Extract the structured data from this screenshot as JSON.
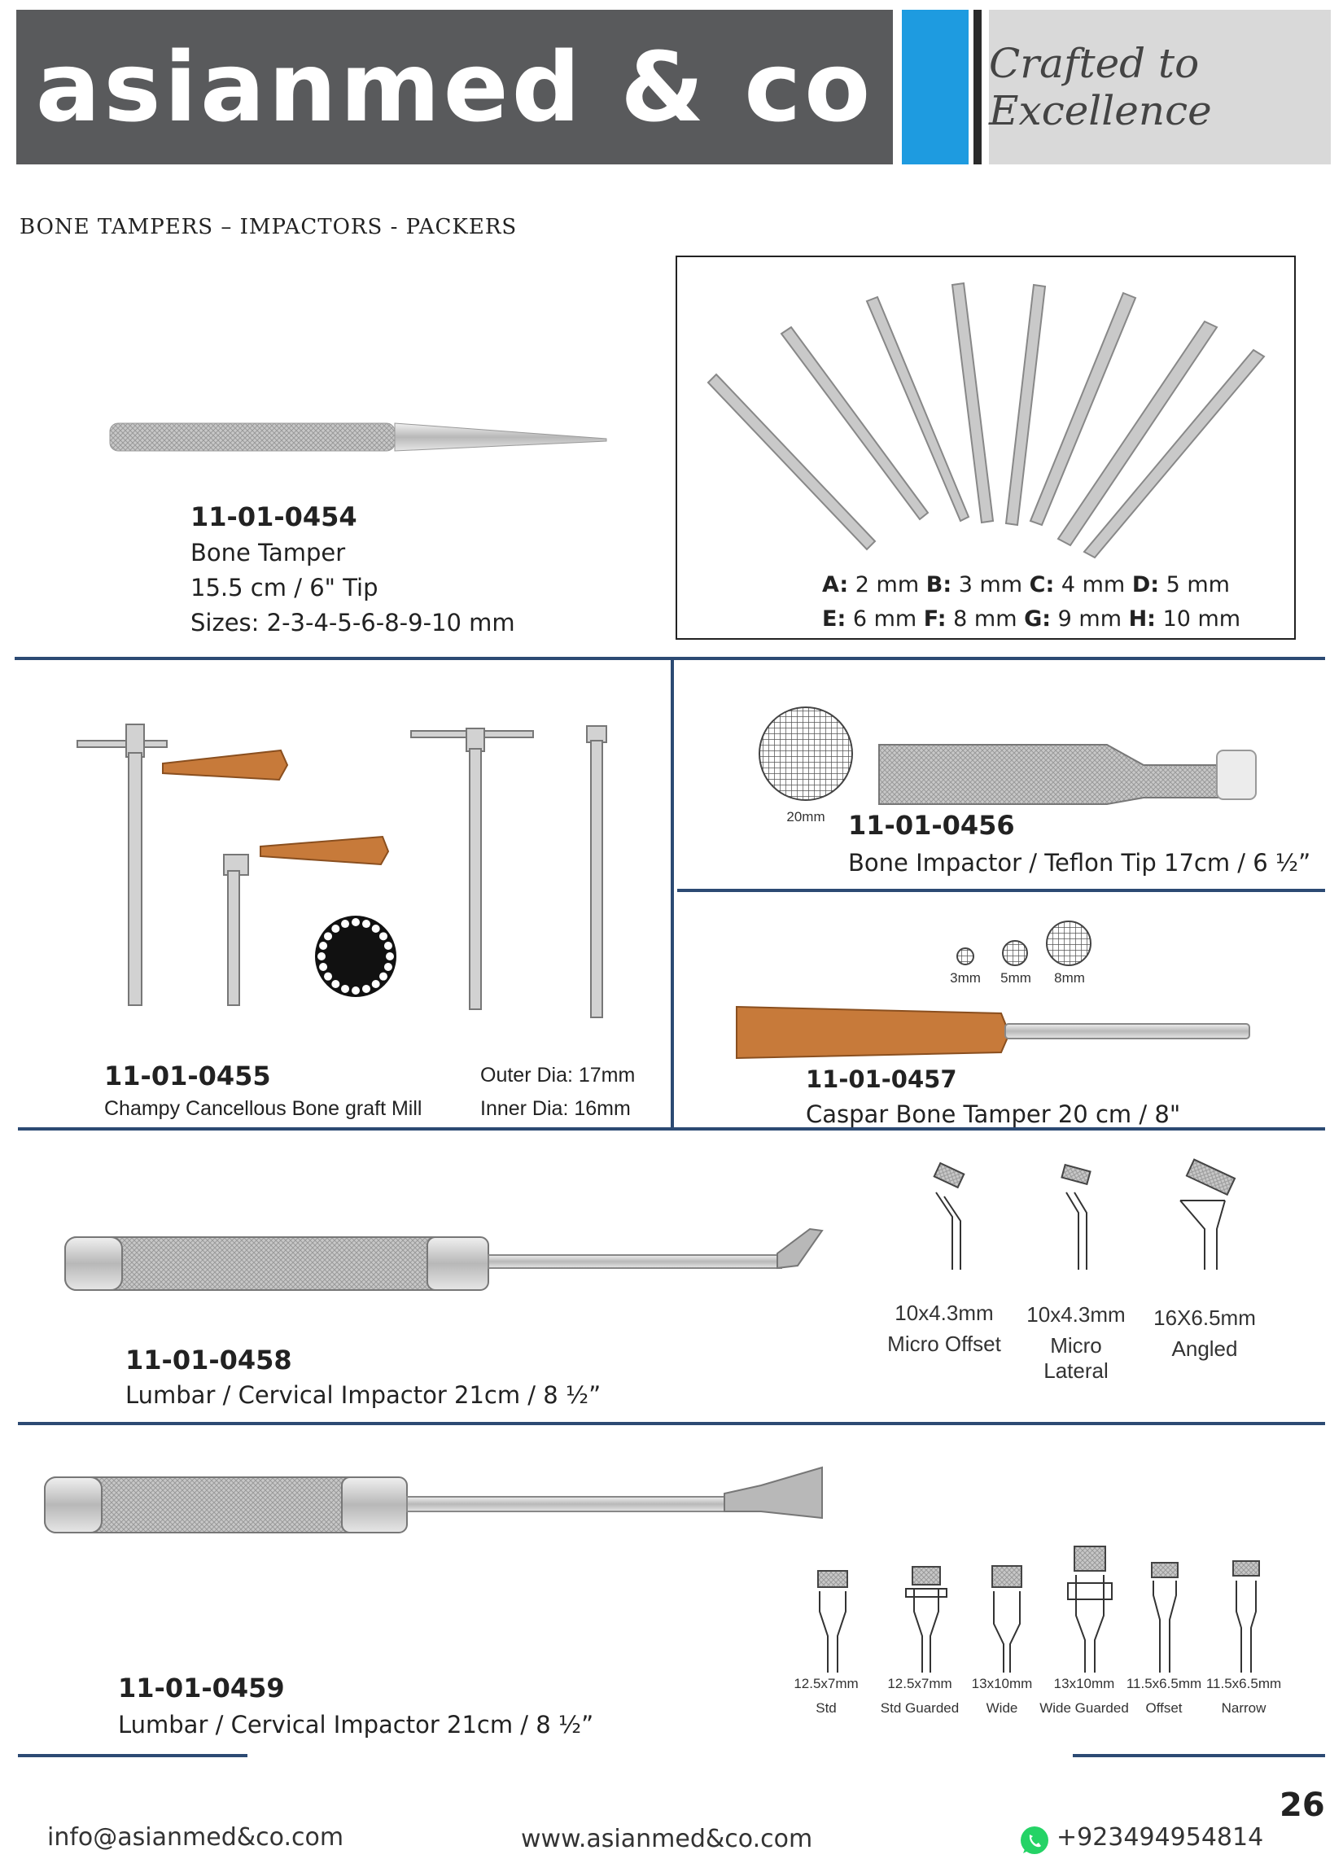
{
  "header": {
    "brand": "asianmed & co",
    "tagline": "Crafted to Excellence"
  },
  "section_title": "BONE TAMPERS – IMPACTORS - PACKERS",
  "products": {
    "p0454": {
      "code": "11-01-0454",
      "name": "Bone Tamper",
      "length": "15.5 cm / 6\" Tip",
      "sizes": "Sizes: 2-3-4-5-6-8-9-10 mm",
      "tip_sizes_line1": [
        {
          "key": "A:",
          "value": " 2 mm "
        },
        {
          "key": "B:",
          "value": " 3 mm "
        },
        {
          "key": "C:",
          "value": " 4 mm "
        },
        {
          "key": "D:",
          "value": " 5 mm"
        }
      ],
      "tip_sizes_line2": [
        {
          "key": "E:",
          "value": " 6 mm "
        },
        {
          "key": "F:",
          "value": " 8 mm "
        },
        {
          "key": "G:",
          "value": " 9 mm "
        },
        {
          "key": "H:",
          "value": " 10 mm"
        }
      ]
    },
    "p0455": {
      "code": "11-01-0455",
      "name": "Champy Cancellous Bone graft Mill",
      "outer": "Outer Dia: 17mm",
      "inner": "Inner Dia: 16mm"
    },
    "p0456": {
      "code": "11-01-0456",
      "name": "Bone Impactor / Teflon Tip 17cm / 6 ½”",
      "mesh_label": "20mm"
    },
    "p0457": {
      "code": "11-01-0457",
      "name": "Caspar Bone Tamper 20 cm / 8\"",
      "tip_labels": [
        "3mm",
        "5mm",
        "8mm"
      ]
    },
    "p0458": {
      "code": "11-01-0458",
      "name": "Lumbar / Cervical Impactor 21cm / 8 ½”",
      "tips": [
        {
          "size": "10x4.3mm",
          "type": "Micro Offset"
        },
        {
          "size": "10x4.3mm",
          "type": "Micro Lateral"
        },
        {
          "size": "16X6.5mm",
          "type": "Angled"
        }
      ]
    },
    "p0459": {
      "code": "11-01-0459",
      "name": "Lumbar / Cervical Impactor 21cm / 8 ½”",
      "tips": [
        {
          "size": "12.5x7mm",
          "type": "Std"
        },
        {
          "size": "12.5x7mm",
          "type": "Std Guarded"
        },
        {
          "size": "13x10mm",
          "type": "Wide"
        },
        {
          "size": "13x10mm",
          "type": "Wide Guarded"
        },
        {
          "size": "11.5x6.5mm",
          "type": "Offset"
        },
        {
          "size": "11.5x6.5mm",
          "type": "Narrow"
        }
      ]
    }
  },
  "footer": {
    "email": "info@asianmed&co.com",
    "website": "www.asianmed&co.com",
    "phone": "+923494954814",
    "page": "26"
  },
  "colors": {
    "header_dark": "#595a5c",
    "header_blue": "#1e9be0",
    "rule": "#2c4a73",
    "wood": "#c77a3a",
    "whatsapp": "#25d366"
  }
}
